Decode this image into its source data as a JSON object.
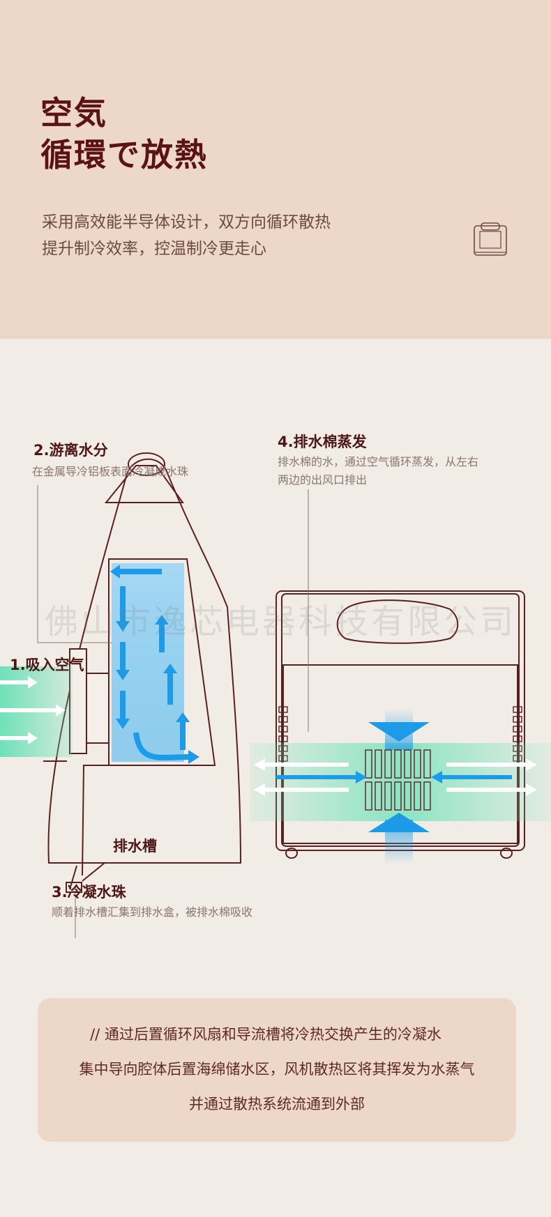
{
  "hero": {
    "title_line1": "空気",
    "title_line2": "循環で放熱",
    "desc_line1": "采用高效能半导体设计，双方向循环散热",
    "desc_line2": "提升制冷效率，控温制冷更走心",
    "icon": "heater-device-icon"
  },
  "diagram": {
    "step1": {
      "title": "1.吸入空气"
    },
    "step2": {
      "title": "2.游离水分",
      "desc": "在金属导冷铝板表面冷凝成水珠"
    },
    "step3": {
      "title": "3.冷凝水珠",
      "desc": "顺着排水槽汇集到排水盒，被排水棉吸收"
    },
    "step4": {
      "title": "4.排水棉蒸发",
      "desc_line1": "排水棉的水，通过空气循环蒸发，从左右",
      "desc_line2": "两边的出风口排出"
    },
    "drain_label": "排水槽",
    "watermark": "佛山市逸芯电器科技有限公司",
    "colors": {
      "airflow_green": "#5fe0b4",
      "airflow_blue": "#1e9be8",
      "outline": "#5a1f1f"
    }
  },
  "note": {
    "line1": "// 通过后置循环风扇和导流槽将冷热交换产生的冷凝水",
    "line2": "集中导向腔体后置海绵储水区，风机散热区将其挥发为水蒸气",
    "line3": "并通过散热系统流通到外部"
  }
}
